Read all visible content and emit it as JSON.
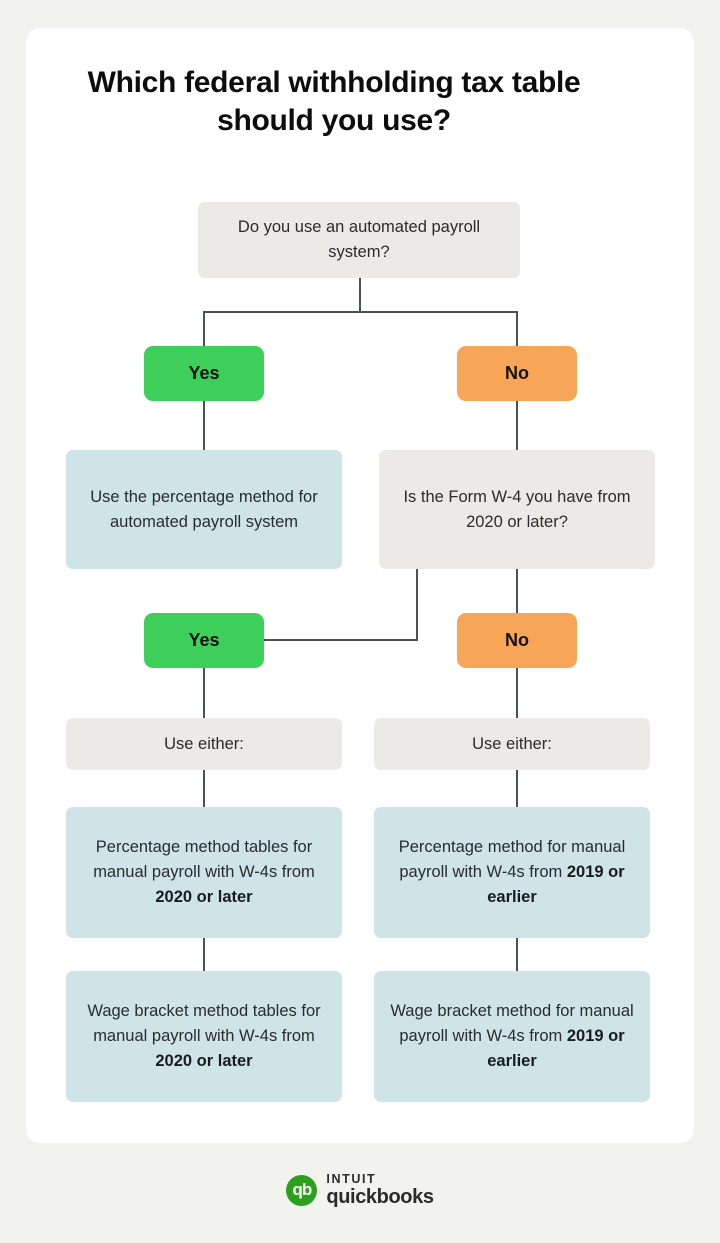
{
  "background_color": "#f2f2ef",
  "card_color": "#ffffff",
  "palette": {
    "gray_box": "#eceae6",
    "blue_box": "#cfe4e9",
    "green_pill": "#3ecf5a",
    "orange_pill": "#f9a557",
    "connector_line": "#4a515c",
    "logo_green": "#2ca01c"
  },
  "title": "Which federal withholding tax table should you use?",
  "flow": {
    "root_question": "Do you use an automated payroll system?",
    "branch_yes_label": "Yes",
    "branch_no_label": "No",
    "yes_outcome": "Use the percentage method for automated payroll system",
    "second_question": "Is the Form W-4 you have from 2020 or later?",
    "second_yes_label": "Yes",
    "second_no_label": "No",
    "left_use_either": "Use either:",
    "right_use_either": "Use either:",
    "left_result_1_plain": "Percentage method tables for manual payroll with W-4s from ",
    "left_result_1_bold": "2020 or later",
    "left_result_2_plain": "Wage bracket method tables for manual payroll with W-4s from ",
    "left_result_2_bold": "2020 or later",
    "right_result_1_plain": "Percentage method for manual payroll with W-4s from ",
    "right_result_1_bold": "2019 or earlier",
    "right_result_2_plain": "Wage bracket method for manual payroll with W-4s from ",
    "right_result_2_bold": "2019 or earlier"
  },
  "logo": {
    "mark_text": "qb",
    "line1": "INTUIT",
    "line2": "quickbooks"
  },
  "chart_data": {
    "type": "flowchart",
    "title": "Which federal withholding tax table should you use?",
    "nodes": [
      {
        "id": "q1",
        "kind": "question",
        "text": "Do you use an automated payroll system?"
      },
      {
        "id": "yes1",
        "kind": "answer",
        "text": "Yes"
      },
      {
        "id": "no1",
        "kind": "answer",
        "text": "No"
      },
      {
        "id": "r1",
        "kind": "outcome",
        "text": "Use the percentage method for automated payroll system"
      },
      {
        "id": "q2",
        "kind": "question",
        "text": "Is the Form W-4 you have from 2020 or later?"
      },
      {
        "id": "yes2",
        "kind": "answer",
        "text": "Yes"
      },
      {
        "id": "no2",
        "kind": "answer",
        "text": "No"
      },
      {
        "id": "ue_left",
        "kind": "label",
        "text": "Use either:"
      },
      {
        "id": "ue_right",
        "kind": "label",
        "text": "Use either:"
      },
      {
        "id": "lr1",
        "kind": "outcome",
        "text": "Percentage method tables for manual payroll with W-4s from 2020 or later"
      },
      {
        "id": "lr2",
        "kind": "outcome",
        "text": "Wage bracket method tables for manual payroll with W-4s from 2020 or later"
      },
      {
        "id": "rr1",
        "kind": "outcome",
        "text": "Percentage method for manual payroll with W-4s from 2019 or earlier"
      },
      {
        "id": "rr2",
        "kind": "outcome",
        "text": "Wage bracket method for manual payroll with W-4s from 2019 or earlier"
      }
    ],
    "edges": [
      {
        "from": "q1",
        "to": "yes1"
      },
      {
        "from": "q1",
        "to": "no1"
      },
      {
        "from": "yes1",
        "to": "r1"
      },
      {
        "from": "no1",
        "to": "q2"
      },
      {
        "from": "q2",
        "to": "yes2"
      },
      {
        "from": "q2",
        "to": "no2"
      },
      {
        "from": "yes2",
        "to": "ue_left"
      },
      {
        "from": "no2",
        "to": "ue_right"
      },
      {
        "from": "ue_left",
        "to": "lr1"
      },
      {
        "from": "lr1",
        "to": "lr2"
      },
      {
        "from": "ue_right",
        "to": "rr1"
      },
      {
        "from": "rr1",
        "to": "rr2"
      }
    ]
  }
}
